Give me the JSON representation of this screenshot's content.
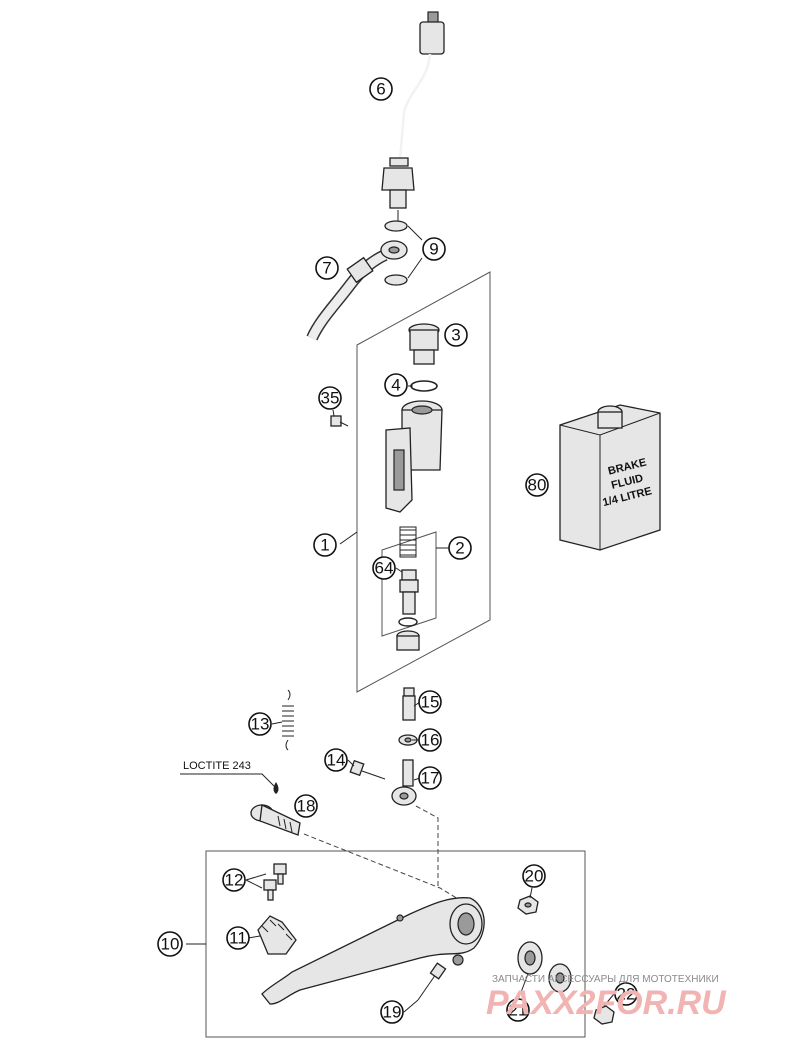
{
  "callouts": [
    {
      "id": "1",
      "label": "1"
    },
    {
      "id": "2",
      "label": "2"
    },
    {
      "id": "3",
      "label": "3"
    },
    {
      "id": "4",
      "label": "4"
    },
    {
      "id": "6",
      "label": "6"
    },
    {
      "id": "7",
      "label": "7"
    },
    {
      "id": "9",
      "label": "9"
    },
    {
      "id": "10",
      "label": "10"
    },
    {
      "id": "11",
      "label": "11"
    },
    {
      "id": "12",
      "label": "12"
    },
    {
      "id": "13",
      "label": "13"
    },
    {
      "id": "14",
      "label": "14"
    },
    {
      "id": "15",
      "label": "15"
    },
    {
      "id": "16",
      "label": "16"
    },
    {
      "id": "17",
      "label": "17"
    },
    {
      "id": "18",
      "label": "18"
    },
    {
      "id": "19",
      "label": "19"
    },
    {
      "id": "20",
      "label": "20"
    },
    {
      "id": "21",
      "label": "21"
    },
    {
      "id": "22",
      "label": "22"
    },
    {
      "id": "35",
      "label": "35"
    },
    {
      "id": "64",
      "label": "64"
    },
    {
      "id": "80",
      "label": "80"
    }
  ],
  "loctite_label": "LOCTITE 243",
  "brake_fluid_can": {
    "line1": "BRAKE",
    "line2": "FLUID",
    "line3": "1/4 LITRE"
  },
  "watermark": {
    "tagline": "ЗАПЧАСТИ АКСЕССУАРЫ ДЛЯ МОТОТЕХНИКИ",
    "brand": "РАХХ2FOR.RU"
  }
}
